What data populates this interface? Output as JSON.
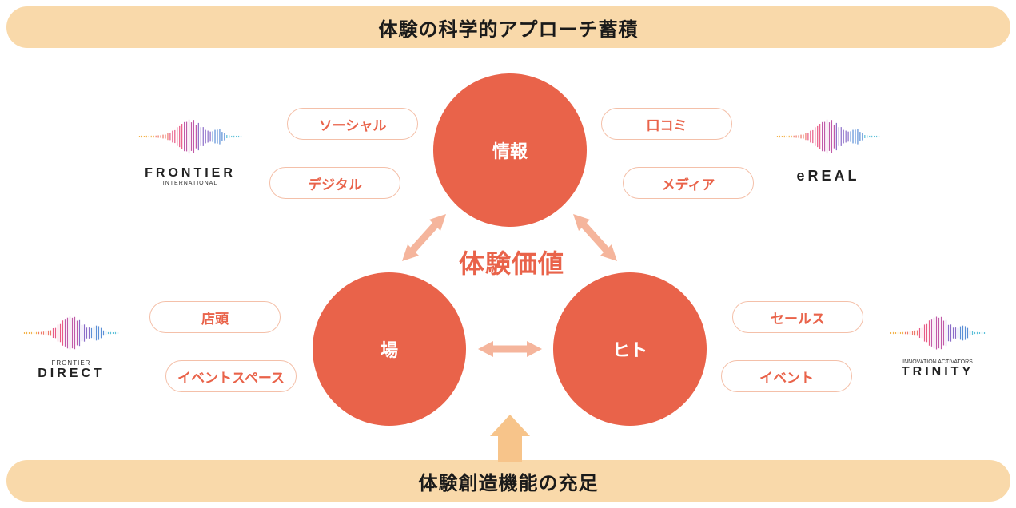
{
  "top_banner": {
    "label": "体験の科学的アプローチ蓄積"
  },
  "bottom_banner": {
    "label": "体験創造機能の充足"
  },
  "center_label": "体験価値",
  "circles": {
    "info": "情報",
    "place": "場",
    "people": "ヒト"
  },
  "pills": {
    "social": "ソーシャル",
    "digital": "デジタル",
    "word_of_mouth": "口コミ",
    "media": "メディア",
    "storefront": "店頭",
    "event_space": "イベントスペース",
    "sales": "セールス",
    "event": "イベント"
  },
  "logos": {
    "frontier_international": {
      "name": "FRONTIER",
      "sub": "INTERNATIONAL"
    },
    "ereal": {
      "name": "eREAL"
    },
    "frontier_direct": {
      "top": "FRONTIER",
      "name": "DIRECT"
    },
    "trinity": {
      "top": "INNOVATION ACTIVATORS",
      "name": "TRINITY"
    }
  },
  "colors": {
    "accent": "#e9634a",
    "banner": "#f9d9aa",
    "arrow_light": "#f5b59c",
    "arrow_up": "#f7c48a"
  }
}
